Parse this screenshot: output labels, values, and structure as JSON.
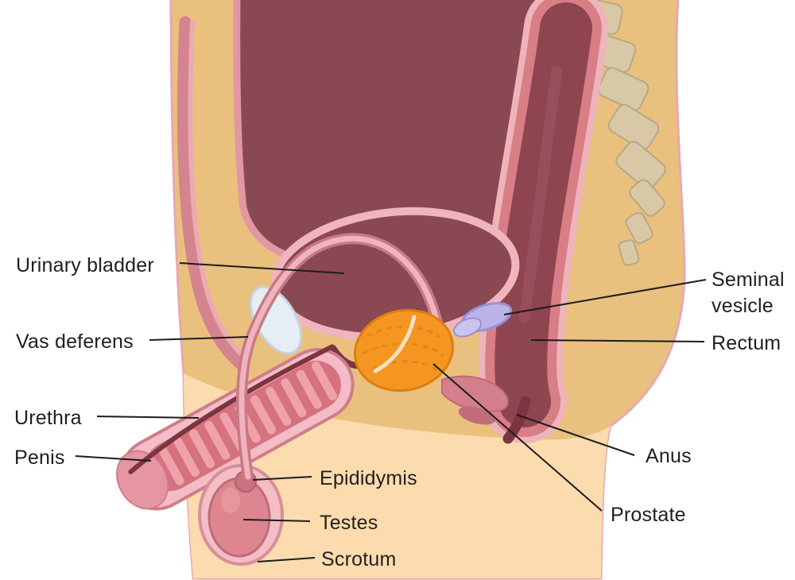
{
  "diagram": {
    "labels": {
      "urinary_bladder": "Urinary bladder",
      "vas_deferens": "Vas deferens",
      "urethra": "Urethra",
      "penis": "Penis",
      "epididymis": "Epididymis",
      "testes": "Testes",
      "scrotum": "Scrotum",
      "seminal_vesicle": "Seminal vesicle",
      "rectum": "Rectum",
      "anus": "Anus",
      "prostate": "Prostate"
    },
    "colors": {
      "background": "#ffffff",
      "body_tan": "#e9c07e",
      "skin_light": "#fcdcae",
      "cavity_maroon": "#8a4853",
      "organ_wall_pink": "#f0b4be",
      "penis_pink": "#d4727e",
      "prostate_orange": "#f59622",
      "seminal_vesicle_lavender": "#bcb4e8",
      "pubic_bone_blue": "#e6eef5",
      "vertebrae_beige": "#d9c8a6",
      "leader_line": "#1c1c1c",
      "label_text": "#1f1f1f"
    }
  }
}
